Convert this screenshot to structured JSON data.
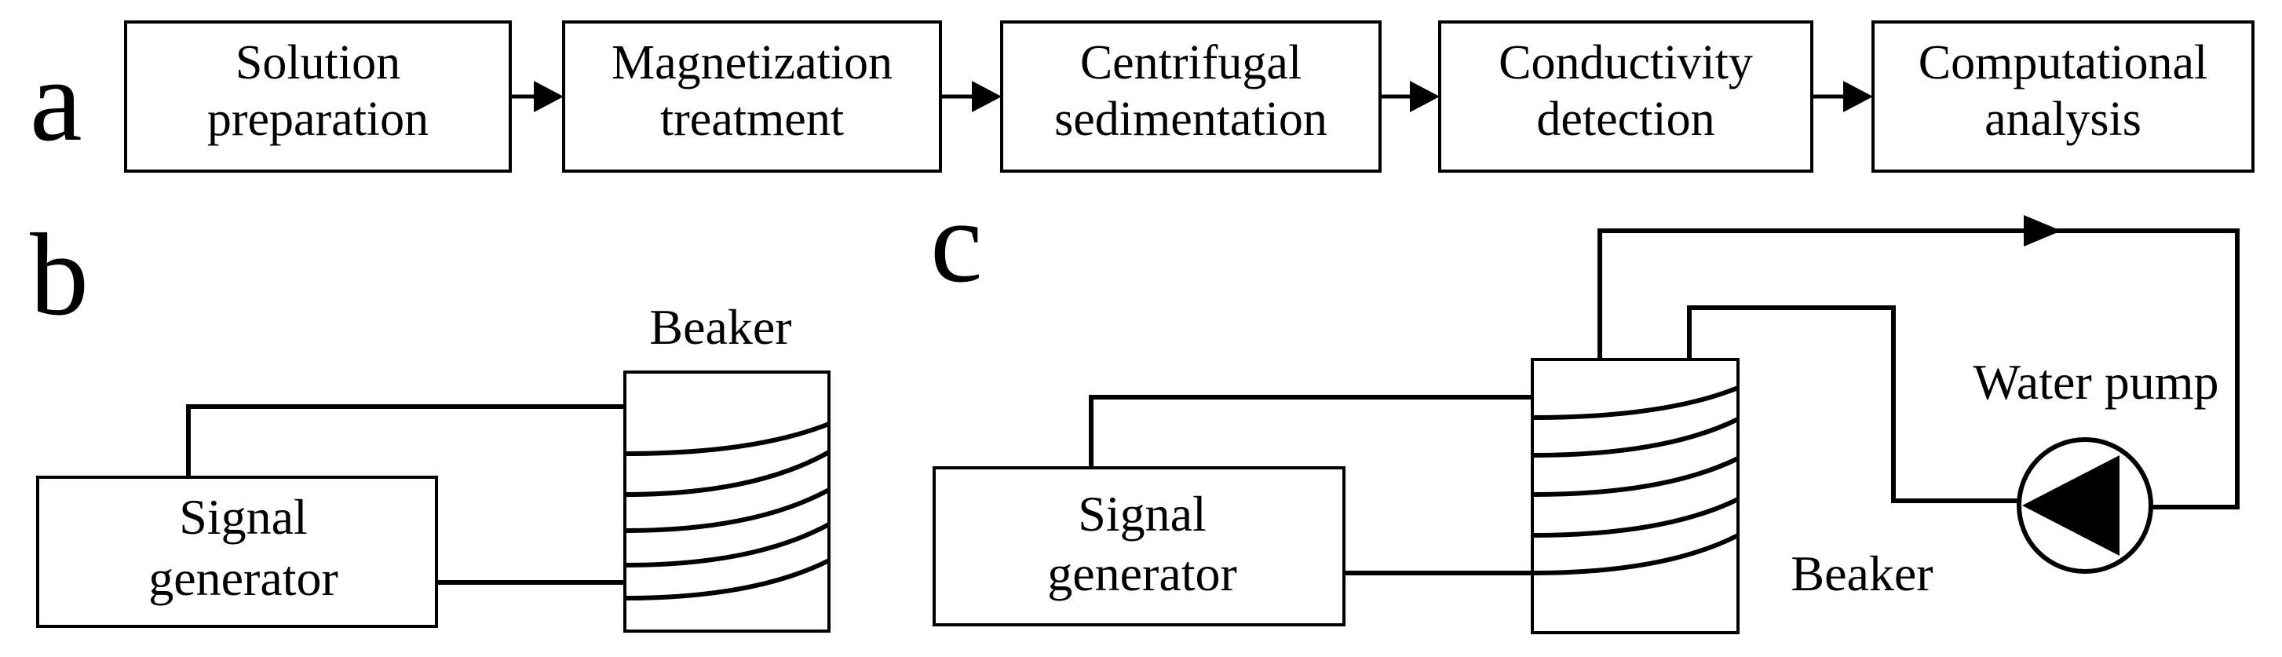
{
  "panels": {
    "a": {
      "letter": "a"
    },
    "b": {
      "letter": "b"
    },
    "c": {
      "letter": "c"
    }
  },
  "flow_steps": [
    {
      "line1": "Solution",
      "line2": "preparation"
    },
    {
      "line1": "Magnetization",
      "line2": "treatment"
    },
    {
      "line1": "Centrifugal",
      "line2": "sedimentation"
    },
    {
      "line1": "Conductivity",
      "line2": "detection"
    },
    {
      "line1": "Computational",
      "line2": "analysis"
    }
  ],
  "panel_b": {
    "beaker_label": "Beaker",
    "generator_line1": "Signal",
    "generator_line2": "generator"
  },
  "panel_c": {
    "beaker_label": "Beaker",
    "generator_line1": "Signal",
    "generator_line2": "generator",
    "pump_label": "Water pump"
  },
  "colors": {
    "stroke": "#000000",
    "background": "#ffffff"
  },
  "icons": [
    "arrow-right-icon",
    "water-pump-icon",
    "coil-icon"
  ]
}
